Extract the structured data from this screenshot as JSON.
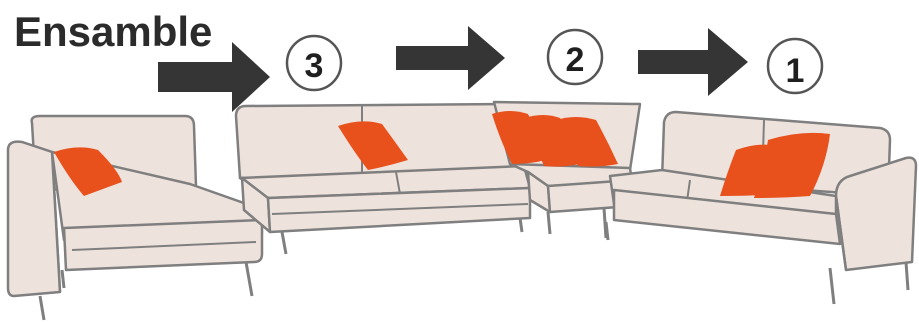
{
  "title": "Ensamble",
  "steps": [
    {
      "number": "3"
    },
    {
      "number": "2"
    },
    {
      "number": "1"
    }
  ],
  "colors": {
    "sofa_fill": "#eee2dc",
    "sofa_stroke": "#7f7f7f",
    "pillow": "#e8501c",
    "arrow": "#353535",
    "text": "#2b2b2b"
  }
}
